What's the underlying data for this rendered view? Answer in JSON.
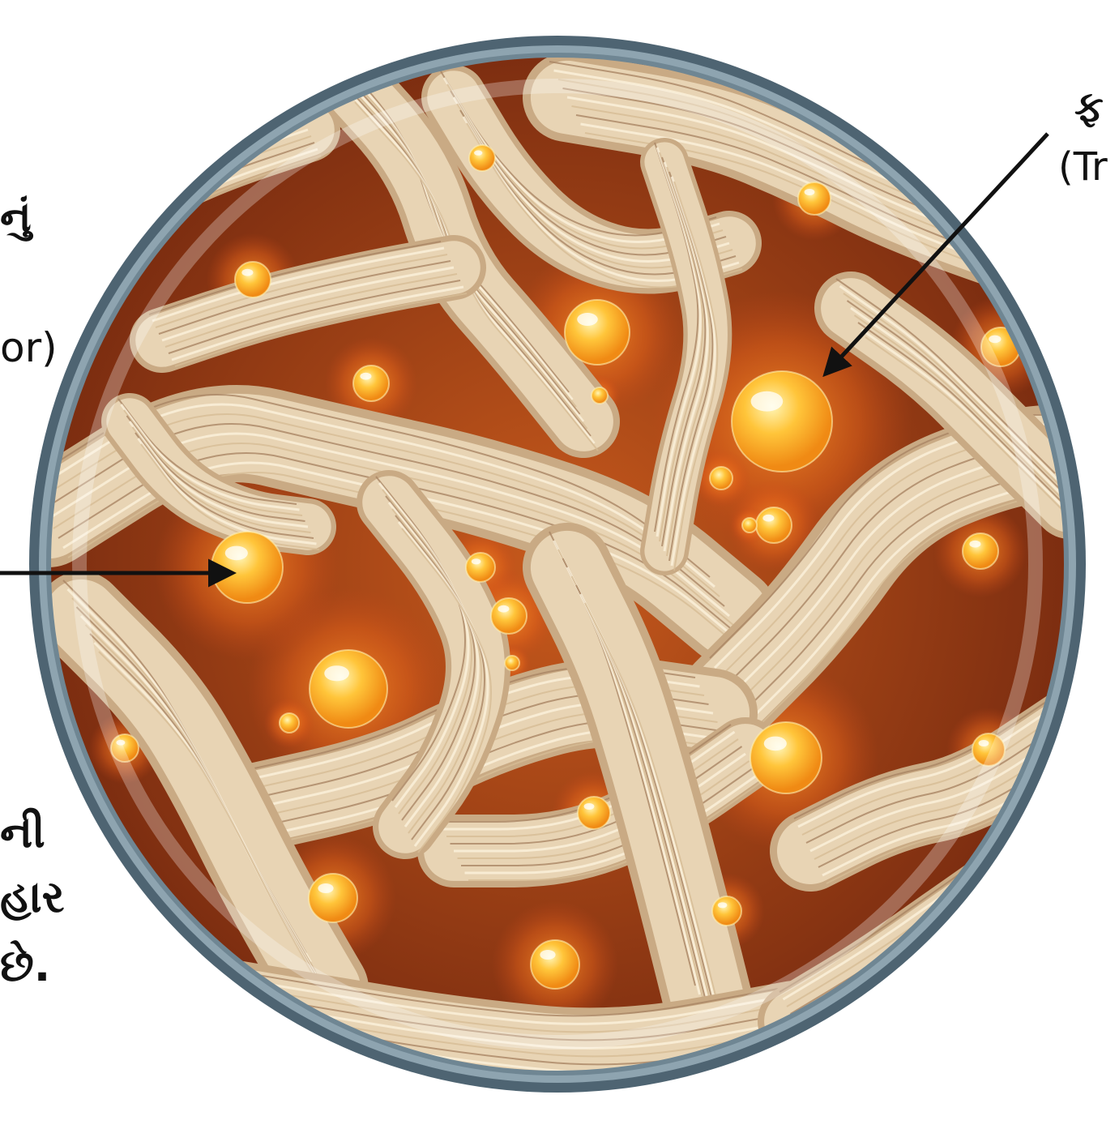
{
  "colors": {
    "background": "#ffffff",
    "rim_outer": "#4e6472",
    "rim_inner": "#8ea4b0",
    "cavity": "#8a3414",
    "fiber_light": "#f3e6cc",
    "fiber_mid": "#dcc3a0",
    "fiber_dark": "#b08c68",
    "droplet_core": "#fff2a0",
    "droplet_mid": "#ffbc2e",
    "droplet_glow": "#ff7a10",
    "arrow": "#111111"
  },
  "labels": {
    "top_right_line1": "ફ",
    "top_right_line2": "(Tr",
    "left_top_line1": "નું",
    "left_top_line2": "or)",
    "left_bottom_line1": "ની",
    "left_bottom_line2": "હાર",
    "left_bottom_line3": "છે."
  },
  "icons": {
    "arrow_top_right": "arrow-down-left-icon",
    "arrow_left": "arrow-right-icon"
  }
}
